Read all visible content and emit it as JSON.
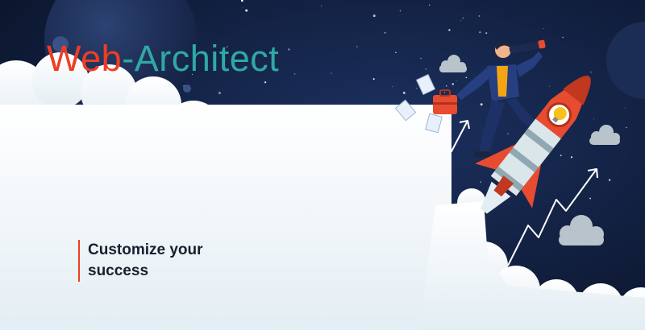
{
  "brand": {
    "part1": "Web",
    "part2": "-Architect"
  },
  "tagline": {
    "line1": "Customize your",
    "line2": "success"
  },
  "colors": {
    "sky": "#0b1630",
    "brand_red": "#ee3d23",
    "brand_teal": "#2fa9a6",
    "cloud": "#ffffff",
    "rocket": "#e74c30"
  },
  "icons": [
    "planet",
    "rocket",
    "lightbulb",
    "businessman-with-telescope",
    "briefcase",
    "growth-arrow",
    "cloud"
  ]
}
